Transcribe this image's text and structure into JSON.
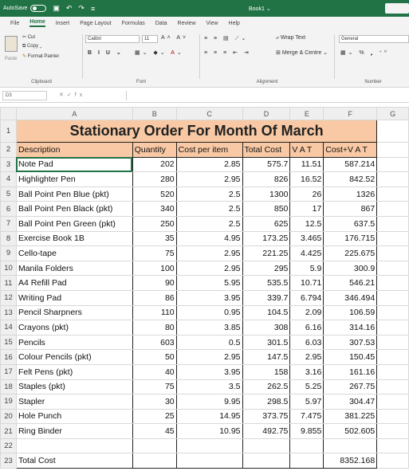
{
  "titlebar": {
    "autosave": "AutoSave",
    "book": "Book1",
    "book_caret": "⌄"
  },
  "tabs": [
    "File",
    "Home",
    "Insert",
    "Page Layout",
    "Formulas",
    "Data",
    "Review",
    "View",
    "Help"
  ],
  "ribbon": {
    "paste": "Paste",
    "cut": "Cut",
    "copy": "Copy",
    "format_painter": "Format Painter",
    "clipboard": "Clipboard",
    "font_name": "Calibri",
    "font_size": "11",
    "font": "Font",
    "wrap_text": "Wrap Text",
    "merge_centre": "Merge & Centre",
    "alignment": "Alignment",
    "number_format": "General",
    "number": "Number"
  },
  "formula_bar": {
    "name_box": "D3",
    "fx": "fx",
    "value": ""
  },
  "columns": [
    "A",
    "B",
    "C",
    "D",
    "E",
    "F",
    "G"
  ],
  "sheet": {
    "title": "Stationary Order For Month Of March",
    "headers": [
      "Description",
      "Quantity",
      "Cost per item",
      "Total Cost",
      "V A T",
      "Cost+V A T"
    ],
    "rows": [
      {
        "n": "3",
        "c": [
          "Note Pad",
          "202",
          "2.85",
          "575.7",
          "11.51",
          "587.214"
        ]
      },
      {
        "n": "4",
        "c": [
          "Highlighter Pen",
          "280",
          "2.95",
          "826",
          "16.52",
          "842.52"
        ]
      },
      {
        "n": "5",
        "c": [
          "Ball Point Pen Blue (pkt)",
          "520",
          "2.5",
          "1300",
          "26",
          "1326"
        ]
      },
      {
        "n": "6",
        "c": [
          "Ball Point Pen Black (pkt)",
          "340",
          "2.5",
          "850",
          "17",
          "867"
        ]
      },
      {
        "n": "7",
        "c": [
          "Ball Point Pen Green (pkt)",
          "250",
          "2.5",
          "625",
          "12.5",
          "637.5"
        ]
      },
      {
        "n": "8",
        "c": [
          "Exercise Book 1B",
          "35",
          "4.95",
          "173.25",
          "3.465",
          "176.715"
        ]
      },
      {
        "n": "9",
        "c": [
          "Cello-tape",
          "75",
          "2.95",
          "221.25",
          "4.425",
          "225.675"
        ]
      },
      {
        "n": "10",
        "c": [
          "Manila Folders",
          "100",
          "2.95",
          "295",
          "5.9",
          "300.9"
        ]
      },
      {
        "n": "11",
        "c": [
          "A4 Refill Pad",
          "90",
          "5.95",
          "535.5",
          "10.71",
          "546.21"
        ]
      },
      {
        "n": "12",
        "c": [
          "Writing Pad",
          "86",
          "3.95",
          "339.7",
          "6.794",
          "346.494"
        ]
      },
      {
        "n": "13",
        "c": [
          "Pencil Sharpners",
          "110",
          "0.95",
          "104.5",
          "2.09",
          "106.59"
        ]
      },
      {
        "n": "14",
        "c": [
          "Crayons (pkt)",
          "80",
          "3.85",
          "308",
          "6.16",
          "314.16"
        ]
      },
      {
        "n": "15",
        "c": [
          "Pencils",
          "603",
          "0.5",
          "301.5",
          "6.03",
          "307.53"
        ]
      },
      {
        "n": "16",
        "c": [
          "Colour Pencils (pkt)",
          "50",
          "2.95",
          "147.5",
          "2.95",
          "150.45"
        ]
      },
      {
        "n": "17",
        "c": [
          "Felt Pens (pkt)",
          "40",
          "3.95",
          "158",
          "3.16",
          "161.16"
        ]
      },
      {
        "n": "18",
        "c": [
          "Staples (pkt)",
          "75",
          "3.5",
          "262.5",
          "5.25",
          "267.75"
        ]
      },
      {
        "n": "19",
        "c": [
          "Stapler",
          "30",
          "9.95",
          "298.5",
          "5.97",
          "304.47"
        ]
      },
      {
        "n": "20",
        "c": [
          "Hole Punch",
          "25",
          "14.95",
          "373.75",
          "7.475",
          "381.225"
        ]
      },
      {
        "n": "21",
        "c": [
          "Ring Binder",
          "45",
          "10.95",
          "492.75",
          "9.855",
          "502.605"
        ]
      }
    ],
    "total_label": "Total Cost",
    "total_value": "8352.168"
  }
}
